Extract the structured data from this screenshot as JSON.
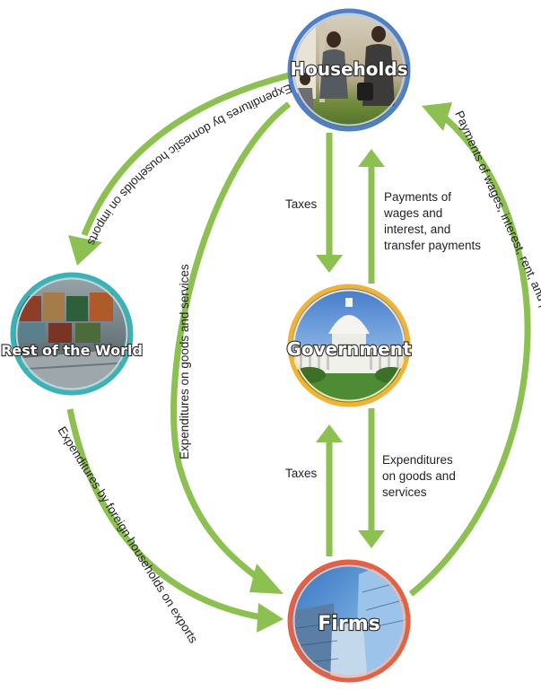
{
  "nodes": {
    "households": {
      "label": "Households",
      "ring_color": "#4f7fc6"
    },
    "rest_of_world": {
      "label": "Rest of the World",
      "ring_color": "#38b3b8"
    },
    "government": {
      "label": "Government",
      "ring_color": "#f2b233"
    },
    "firms": {
      "label": "Firms",
      "ring_color": "#e8603f"
    }
  },
  "flows": {
    "household_imports": "Expenditures by domestic households on imports",
    "household_spending_firms": "Expenditures on goods and services",
    "household_taxes": "Taxes",
    "gov_payments_households": [
      "Payments of",
      "wages and",
      "interest, and",
      "transfer payments"
    ],
    "firms_payments_households": "Payments of wages, interest, rent, and profit",
    "firm_taxes": "Taxes",
    "gov_spending_firms": [
      "Expenditures",
      "on goods and",
      "services"
    ],
    "foreign_exports": "Expenditures by foreign households on exports"
  },
  "colors": {
    "arrow": "#8cc151",
    "arrow_dark": "#5f9a2c"
  }
}
